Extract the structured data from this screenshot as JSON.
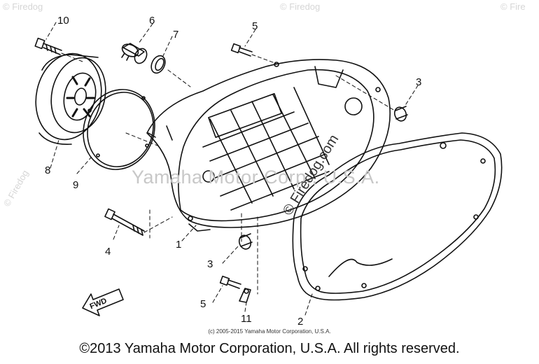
{
  "callouts": [
    "10",
    "6",
    "7",
    "5",
    "3",
    "8",
    "9",
    "4",
    "1",
    "3",
    "5",
    "11",
    "2"
  ],
  "watermarks": {
    "main": "Yamaha Motor Corp., U.S.A.",
    "rotated": "© Firedog.com",
    "corner_top_left": "© Firedog",
    "corner_top_mid": "© Firedog",
    "corner_top_right": "© Fire",
    "corner_left": "© Firedog"
  },
  "fwd_label": "FWD",
  "copyright_small": "(c) 2005-2015 Yamaha Motor Corporation, U.S.A.",
  "copyright_main": "©2013 Yamaha Motor Corporation, U.S.A. All rights reserved."
}
